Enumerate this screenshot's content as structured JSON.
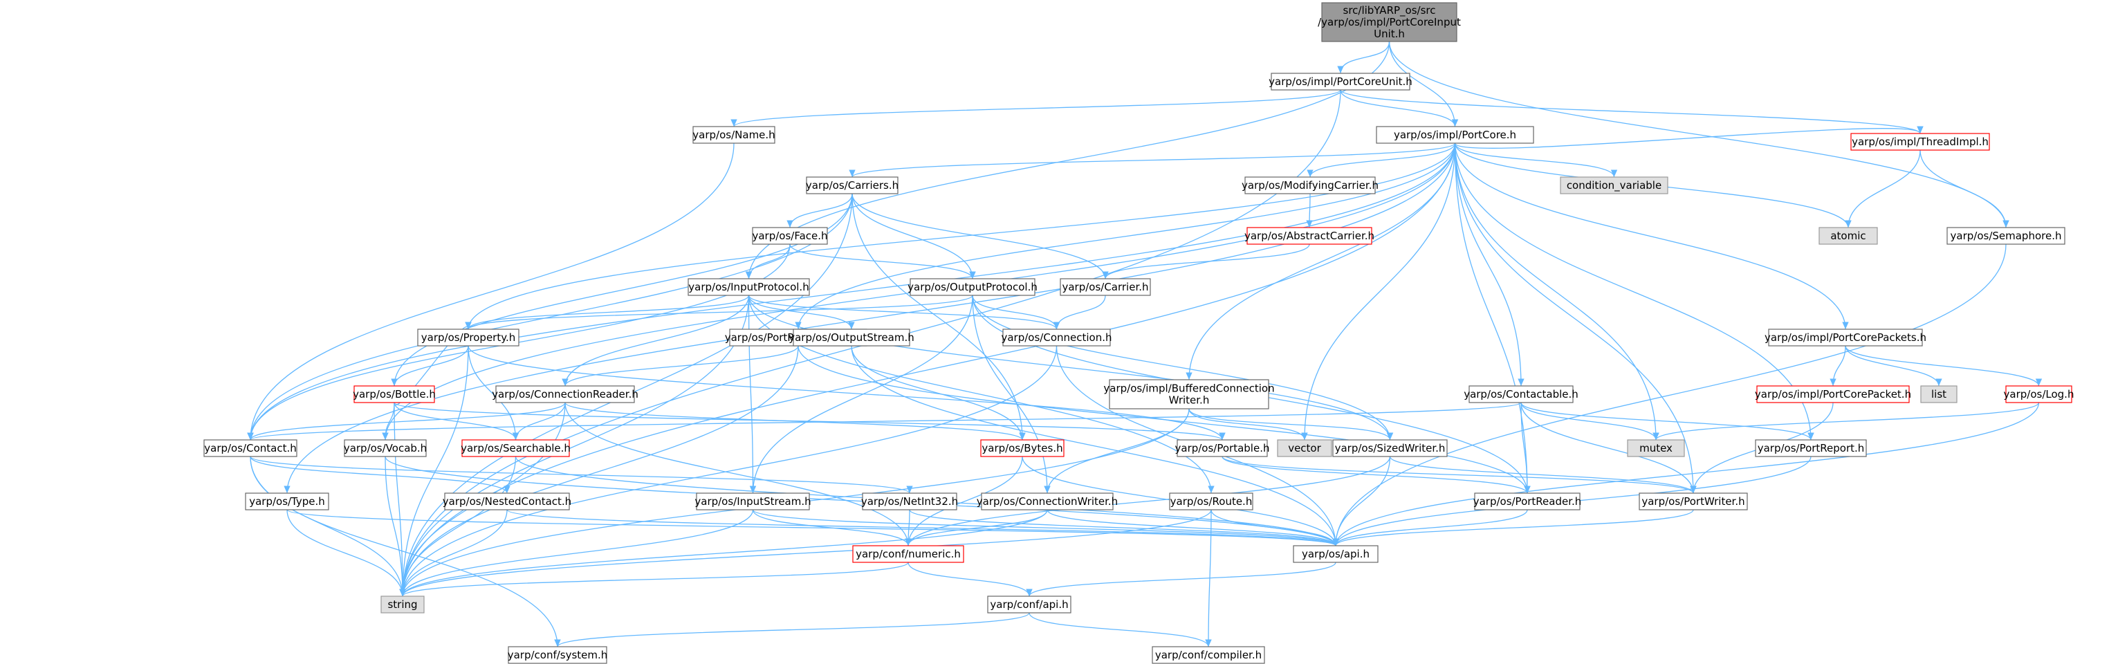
{
  "colors": {
    "edge": "#63b8ff",
    "node_border": "#666666",
    "node_fill": "#ffffff",
    "root_fill": "#999999",
    "system_fill": "#e0e0e0",
    "system_border": "#999999",
    "warn_border": "#ff0000",
    "warn_text": "#ff0000"
  },
  "graph": {
    "title": "src/libYARP_os/src/yarp/os/impl/PortCoreInputUnit.h",
    "nodes": [
      {
        "id": "root",
        "lines": [
          "src/libYARP_os/src",
          "/yarp/os/impl/PortCoreInput",
          "Unit.h"
        ],
        "style": "root"
      },
      {
        "id": "portcoreunit",
        "lines": [
          "yarp/os/impl/PortCoreUnit.h"
        ],
        "style": "normal"
      },
      {
        "id": "name",
        "lines": [
          "yarp/os/Name.h"
        ],
        "style": "normal"
      },
      {
        "id": "portcore",
        "lines": [
          "yarp/os/impl/PortCore.h"
        ],
        "style": "normal"
      },
      {
        "id": "carriers",
        "lines": [
          "yarp/os/Carriers.h"
        ],
        "style": "normal"
      },
      {
        "id": "modifyingcarrier",
        "lines": [
          "yarp/os/ModifyingCarrier.h"
        ],
        "style": "normal"
      },
      {
        "id": "condvar",
        "lines": [
          "condition_variable"
        ],
        "style": "system"
      },
      {
        "id": "threadimpl",
        "lines": [
          "yarp/os/impl/ThreadImpl.h"
        ],
        "style": "warn"
      },
      {
        "id": "atomic",
        "lines": [
          "atomic"
        ],
        "style": "system"
      },
      {
        "id": "semaphore",
        "lines": [
          "yarp/os/Semaphore.h"
        ],
        "style": "normal"
      },
      {
        "id": "face",
        "lines": [
          "yarp/os/Face.h"
        ],
        "style": "normal"
      },
      {
        "id": "abstractcarrier",
        "lines": [
          "yarp/os/AbstractCarrier.h"
        ],
        "style": "warn"
      },
      {
        "id": "inputprotocol",
        "lines": [
          "yarp/os/InputProtocol.h"
        ],
        "style": "normal"
      },
      {
        "id": "outputprotocol",
        "lines": [
          "yarp/os/OutputProtocol.h"
        ],
        "style": "normal"
      },
      {
        "id": "carrier",
        "lines": [
          "yarp/os/Carrier.h"
        ],
        "style": "normal"
      },
      {
        "id": "property",
        "lines": [
          "yarp/os/Property.h"
        ],
        "style": "normal"
      },
      {
        "id": "portreadercreator",
        "lines": [
          "yarp/os/PortReaderCreator.h"
        ],
        "style": "normal"
      },
      {
        "id": "outputstream",
        "lines": [
          "yarp/os/OutputStream.h"
        ],
        "style": "normal"
      },
      {
        "id": "connection",
        "lines": [
          "yarp/os/Connection.h"
        ],
        "style": "normal"
      },
      {
        "id": "portcorepackets",
        "lines": [
          "yarp/os/impl/PortCorePackets.h"
        ],
        "style": "normal"
      },
      {
        "id": "bottle",
        "lines": [
          "yarp/os/Bottle.h"
        ],
        "style": "warn"
      },
      {
        "id": "connectionreader",
        "lines": [
          "yarp/os/ConnectionReader.h"
        ],
        "style": "normal"
      },
      {
        "id": "bufferedwriter",
        "lines": [
          "yarp/os/impl/BufferedConnection",
          "Writer.h"
        ],
        "style": "normal"
      },
      {
        "id": "contactable",
        "lines": [
          "yarp/os/Contactable.h"
        ],
        "style": "normal"
      },
      {
        "id": "portcorepacket",
        "lines": [
          "yarp/os/impl/PortCorePacket.h"
        ],
        "style": "warn"
      },
      {
        "id": "list",
        "lines": [
          "list"
        ],
        "style": "system"
      },
      {
        "id": "log",
        "lines": [
          "yarp/os/Log.h"
        ],
        "style": "warn"
      },
      {
        "id": "contact",
        "lines": [
          "yarp/os/Contact.h"
        ],
        "style": "normal"
      },
      {
        "id": "vocab",
        "lines": [
          "yarp/os/Vocab.h"
        ],
        "style": "normal"
      },
      {
        "id": "searchable",
        "lines": [
          "yarp/os/Searchable.h"
        ],
        "style": "warn"
      },
      {
        "id": "bytes",
        "lines": [
          "yarp/os/Bytes.h"
        ],
        "style": "warn"
      },
      {
        "id": "portable",
        "lines": [
          "yarp/os/Portable.h"
        ],
        "style": "normal"
      },
      {
        "id": "vector",
        "lines": [
          "vector"
        ],
        "style": "system"
      },
      {
        "id": "sizedwriter",
        "lines": [
          "yarp/os/SizedWriter.h"
        ],
        "style": "normal"
      },
      {
        "id": "mutex",
        "lines": [
          "mutex"
        ],
        "style": "system"
      },
      {
        "id": "portreport",
        "lines": [
          "yarp/os/PortReport.h"
        ],
        "style": "normal"
      },
      {
        "id": "type",
        "lines": [
          "yarp/os/Type.h"
        ],
        "style": "normal"
      },
      {
        "id": "nestedcontact",
        "lines": [
          "yarp/os/NestedContact.h"
        ],
        "style": "normal"
      },
      {
        "id": "inputstream",
        "lines": [
          "yarp/os/InputStream.h"
        ],
        "style": "normal"
      },
      {
        "id": "netint32",
        "lines": [
          "yarp/os/NetInt32.h"
        ],
        "style": "normal"
      },
      {
        "id": "connectionwriter",
        "lines": [
          "yarp/os/ConnectionWriter.h"
        ],
        "style": "normal"
      },
      {
        "id": "route",
        "lines": [
          "yarp/os/Route.h"
        ],
        "style": "normal"
      },
      {
        "id": "portreader",
        "lines": [
          "yarp/os/PortReader.h"
        ],
        "style": "normal"
      },
      {
        "id": "portwriter",
        "lines": [
          "yarp/os/PortWriter.h"
        ],
        "style": "normal"
      },
      {
        "id": "numeric",
        "lines": [
          "yarp/conf/numeric.h"
        ],
        "style": "warn"
      },
      {
        "id": "api",
        "lines": [
          "yarp/os/api.h"
        ],
        "style": "normal"
      },
      {
        "id": "string",
        "lines": [
          "string"
        ],
        "style": "system"
      },
      {
        "id": "confapi",
        "lines": [
          "yarp/conf/api.h"
        ],
        "style": "normal"
      },
      {
        "id": "system",
        "lines": [
          "yarp/conf/system.h"
        ],
        "style": "normal"
      },
      {
        "id": "compiler",
        "lines": [
          "yarp/conf/compiler.h"
        ],
        "style": "normal"
      }
    ],
    "edges": [
      [
        "root",
        "portcoreunit"
      ],
      [
        "root",
        "portcore"
      ],
      [
        "root",
        "inputprotocol"
      ],
      [
        "root",
        "semaphore"
      ],
      [
        "portcoreunit",
        "portcore"
      ],
      [
        "portcoreunit",
        "name"
      ],
      [
        "portcoreunit",
        "threadimpl"
      ],
      [
        "portcoreunit",
        "string"
      ],
      [
        "name",
        "contact"
      ],
      [
        "portcore",
        "carriers"
      ],
      [
        "portcore",
        "modifyingcarrier"
      ],
      [
        "portcore",
        "condvar"
      ],
      [
        "portcore",
        "threadimpl"
      ],
      [
        "portcore",
        "atomic"
      ],
      [
        "portcore",
        "portcorepackets"
      ],
      [
        "portcore",
        "contactable"
      ],
      [
        "portcore",
        "bufferedwriter"
      ],
      [
        "portcore",
        "portreadercreator"
      ],
      [
        "portcore",
        "property"
      ],
      [
        "portcore",
        "contact"
      ],
      [
        "portcore",
        "vocab"
      ],
      [
        "portcore",
        "type"
      ],
      [
        "portcore",
        "mutex"
      ],
      [
        "portcore",
        "portreport"
      ],
      [
        "portcore",
        "portreader"
      ],
      [
        "portcore",
        "portwriter"
      ],
      [
        "portcore",
        "vector"
      ],
      [
        "portcore",
        "string"
      ],
      [
        "carriers",
        "face"
      ],
      [
        "carriers",
        "carrier"
      ],
      [
        "carriers",
        "outputprotocol"
      ],
      [
        "carriers",
        "bytes"
      ],
      [
        "carriers",
        "contact"
      ],
      [
        "carriers",
        "bottle"
      ],
      [
        "carriers",
        "string"
      ],
      [
        "modifyingcarrier",
        "abstractcarrier"
      ],
      [
        "abstractcarrier",
        "carrier"
      ],
      [
        "threadimpl",
        "atomic"
      ],
      [
        "threadimpl",
        "semaphore"
      ],
      [
        "semaphore",
        "api"
      ],
      [
        "face",
        "inputprotocol"
      ],
      [
        "face",
        "outputprotocol"
      ],
      [
        "face",
        "contact"
      ],
      [
        "inputprotocol",
        "property"
      ],
      [
        "inputprotocol",
        "outputstream"
      ],
      [
        "inputprotocol",
        "connection"
      ],
      [
        "inputprotocol",
        "connectionreader"
      ],
      [
        "inputprotocol",
        "inputstream"
      ],
      [
        "inputprotocol",
        "route"
      ],
      [
        "inputprotocol",
        "sizedwriter"
      ],
      [
        "inputprotocol",
        "string"
      ],
      [
        "outputprotocol",
        "connection"
      ],
      [
        "outputprotocol",
        "property"
      ],
      [
        "outputprotocol",
        "inputstream"
      ],
      [
        "outputprotocol",
        "connectionwriter"
      ],
      [
        "outputprotocol",
        "sizedwriter"
      ],
      [
        "outputprotocol",
        "portreader"
      ],
      [
        "carrier",
        "connection"
      ],
      [
        "property",
        "bottle"
      ],
      [
        "property",
        "searchable"
      ],
      [
        "property",
        "portable"
      ],
      [
        "property",
        "string"
      ],
      [
        "portreadercreator",
        "connectionreader"
      ],
      [
        "portreadercreator",
        "portreader"
      ],
      [
        "portreadercreator",
        "string"
      ],
      [
        "outputstream",
        "bytes"
      ],
      [
        "outputstream",
        "api"
      ],
      [
        "connection",
        "api"
      ],
      [
        "connection",
        "string"
      ],
      [
        "portcorepackets",
        "portcorepacket"
      ],
      [
        "portcorepackets",
        "list"
      ],
      [
        "portcorepackets",
        "log"
      ],
      [
        "portcorepacket",
        "portwriter"
      ],
      [
        "log",
        "api"
      ],
      [
        "log",
        "mutex"
      ],
      [
        "bottle",
        "property"
      ],
      [
        "bottle",
        "searchable"
      ],
      [
        "bottle",
        "portable"
      ],
      [
        "bottle",
        "vocab"
      ],
      [
        "bottle",
        "string"
      ],
      [
        "connectionreader",
        "searchable"
      ],
      [
        "connectionreader",
        "contact"
      ],
      [
        "connectionreader",
        "numeric"
      ],
      [
        "connectionreader",
        "string"
      ],
      [
        "connectionreader",
        "bytes"
      ],
      [
        "bufferedwriter",
        "sizedwriter"
      ],
      [
        "bufferedwriter",
        "connectionwriter"
      ],
      [
        "bufferedwriter",
        "vector"
      ],
      [
        "bufferedwriter",
        "string"
      ],
      [
        "contactable",
        "contact"
      ],
      [
        "contactable",
        "portwriter"
      ],
      [
        "contactable",
        "portreader"
      ],
      [
        "contactable",
        "portreport"
      ],
      [
        "contactable",
        "mutex"
      ],
      [
        "contact",
        "nestedcontact"
      ],
      [
        "contact",
        "netint32"
      ],
      [
        "contact",
        "string"
      ],
      [
        "contact",
        "system"
      ],
      [
        "vocab",
        "api"
      ],
      [
        "vocab",
        "string"
      ],
      [
        "searchable",
        "api"
      ],
      [
        "searchable",
        "string"
      ],
      [
        "bytes",
        "api"
      ],
      [
        "bytes",
        "numeric"
      ],
      [
        "portable",
        "portreader"
      ],
      [
        "portable",
        "portwriter"
      ],
      [
        "sizedwriter",
        "portwriter"
      ],
      [
        "sizedwriter",
        "numeric"
      ],
      [
        "sizedwriter",
        "api"
      ],
      [
        "portreport",
        "api"
      ],
      [
        "type",
        "api"
      ],
      [
        "type",
        "string"
      ],
      [
        "nestedcontact",
        "api"
      ],
      [
        "nestedcontact",
        "string"
      ],
      [
        "inputstream",
        "numeric"
      ],
      [
        "inputstream",
        "api"
      ],
      [
        "inputstream",
        "string"
      ],
      [
        "netint32",
        "numeric"
      ],
      [
        "netint32",
        "api"
      ],
      [
        "connectionwriter",
        "numeric"
      ],
      [
        "connectionwriter",
        "string"
      ],
      [
        "connectionwriter",
        "api"
      ],
      [
        "route",
        "api"
      ],
      [
        "route",
        "string"
      ],
      [
        "route",
        "compiler"
      ],
      [
        "portreader",
        "api"
      ],
      [
        "portwriter",
        "api"
      ],
      [
        "numeric",
        "confapi"
      ],
      [
        "numeric",
        "string"
      ],
      [
        "api",
        "confapi"
      ],
      [
        "confapi",
        "system"
      ],
      [
        "confapi",
        "compiler"
      ]
    ]
  }
}
